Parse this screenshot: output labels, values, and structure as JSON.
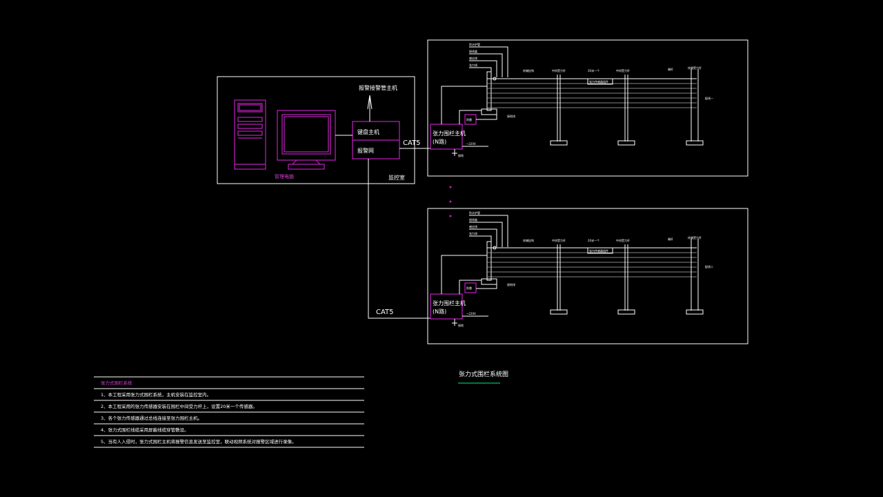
{
  "colors": {
    "background": "#000000",
    "line": "#ffffff",
    "equipment": "#c020c0",
    "title_underline": "#00c060"
  },
  "monitor_room": {
    "computer_label": "管理电脑",
    "keyboard_host": "键盘主机",
    "alarm_unit": "报警网",
    "alarm_host_label": "报警接警管主机",
    "room_label": "监控室"
  },
  "cable_label_1": "CAT5",
  "cable_label_2": "CAT5",
  "fence_systems": [
    {
      "host_label_1": "张力围栏主机",
      "host_label_2": "(N路)",
      "power_label": "~220V",
      "relay_label": "防雷",
      "ground_label": "接地",
      "left_labels": [
        "防水护管",
        "接线盒",
        "感应线",
        "张力线"
      ],
      "top_labels": [
        "终端挂钩",
        "中间受力杆",
        "20米一个",
        "中间受力杆",
        "端杆",
        "终端受力杆"
      ],
      "sub_label": "张力传感器组件",
      "right_label": "配线一",
      "bottom_label": "接地排"
    },
    {
      "host_label_1": "张力围栏主机",
      "host_label_2": "(N路)",
      "power_label": "~220V",
      "relay_label": "防雷",
      "ground_label": "接地",
      "left_labels": [
        "防水护管",
        "接线盒",
        "感应线",
        "张力线"
      ],
      "top_labels": [
        "终端挂钩",
        "中间受力杆",
        "20米一个",
        "中间受力杆",
        "端杆",
        "终端受力杆"
      ],
      "sub_label": "张力传感器组件",
      "right_label": "配线二",
      "bottom_label": "接地排"
    }
  ],
  "notes": {
    "heading": "张力式围栏系统",
    "items": [
      "1、本工程采用张力式围栏系统，主机安装在监控室内。",
      "2、本工程采用的张力传感器安装在围栏中间受力杆上，设置20米一个传感器。",
      "3、各个张力传感器通过总线连接至张力围栏主机。",
      "4、张力式围栏线缆采用屏蔽线缆穿管敷设。",
      "5、当有人入侵时，张力式围栏主机将报警信息发送至监控室，联动视频系统对报警区域进行录像。"
    ]
  },
  "diagram_title": "张力式围栏系统图"
}
